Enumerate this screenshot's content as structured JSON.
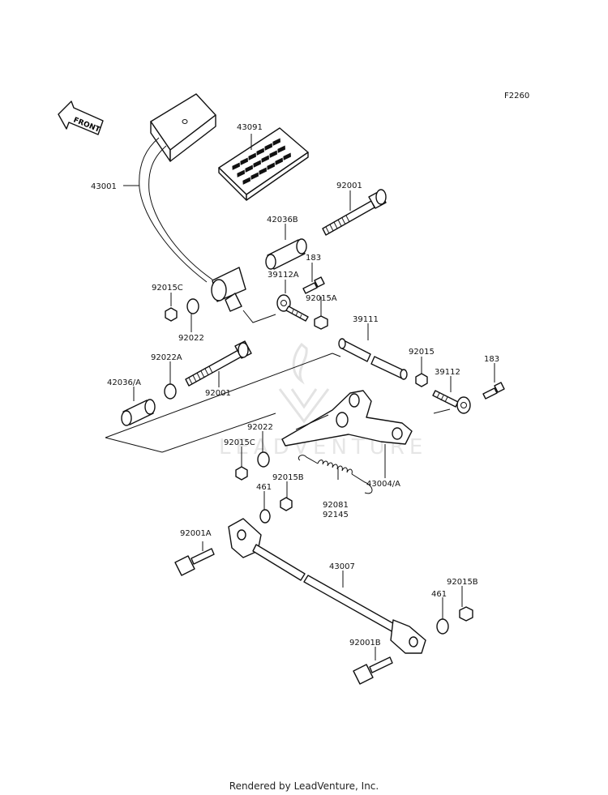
{
  "diagram_code": "F2260",
  "front_label": "FRONT",
  "watermark_text": "LEADVENTURE",
  "footer": "Rendered by LeadVenture, Inc.",
  "labels": {
    "p43001": "43001",
    "p43091": "43091",
    "p92001_top": "92001",
    "p42036B": "42036B",
    "p183_top": "183",
    "p39112A": "39112A",
    "p92015A": "92015A",
    "p92015C_top": "92015C",
    "p92022_top": "92022",
    "p39111": "39111",
    "p92015": "92015",
    "p183_right": "183",
    "p39112": "39112",
    "p92022A": "92022A",
    "p42036A": "42036/A",
    "p92001_mid": "92001",
    "p92022_mid": "92022",
    "p92015C_mid": "92015C",
    "p43004A": "43004/A",
    "p92015B_mid": "92015B",
    "p461_mid": "461",
    "p92081": "92081",
    "p92145": "92145",
    "p92001A": "92001A",
    "p43007": "43007",
    "p92015B_right": "92015B",
    "p461_right": "461",
    "p92001B": "92001B"
  }
}
